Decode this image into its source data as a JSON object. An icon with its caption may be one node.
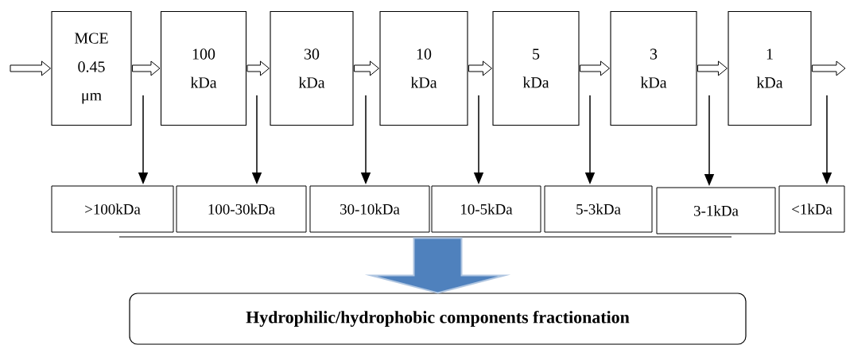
{
  "diagram": {
    "nodes": [
      {
        "text": [
          "MCE 0.45 μm"
        ]
      },
      {
        "text": [
          "100 kDa"
        ]
      },
      {
        "text": [
          "30 kDa"
        ]
      },
      {
        "text": [
          "10 kDa"
        ]
      },
      {
        "text": [
          "5 kDa"
        ]
      },
      {
        "text": [
          "3 kDa"
        ]
      },
      {
        "text": [
          "1 kDa"
        ]
      },
      {
        "text": [
          ">100kDa"
        ]
      },
      {
        "text": [
          "100-30kDa"
        ]
      },
      {
        "text": [
          "30-10kDa"
        ]
      },
      {
        "text": [
          "10-5kDa"
        ]
      },
      {
        "text": [
          "5-3kDa"
        ]
      },
      {
        "text": [
          "3-1kDa"
        ]
      },
      {
        "text": [
          "<1kDa"
        ]
      },
      {
        "text": [
          "Hydrophilic/hydrophobic components fractionation"
        ]
      }
    ],
    "edges": [
      {
        "from": null,
        "to": 0,
        "arrow": "to"
      },
      {
        "from": 0,
        "to": 1,
        "arrow": "to"
      },
      {
        "from": 1,
        "to": 2,
        "arrow": "to"
      },
      {
        "from": 2,
        "to": 3,
        "arrow": "to"
      },
      {
        "from": 3,
        "to": 4,
        "arrow": "to"
      },
      {
        "from": 4,
        "to": 5,
        "arrow": "to"
      },
      {
        "from": 5,
        "to": 6,
        "arrow": "to"
      },
      {
        "from": 6,
        "to": null,
        "arrow": "to"
      },
      {
        "from": null,
        "to": 7,
        "arrow": "to"
      },
      {
        "from": null,
        "to": 8,
        "arrow": "to"
      },
      {
        "from": null,
        "to": 9,
        "arrow": "to"
      },
      {
        "from": null,
        "to": 10,
        "arrow": "to"
      },
      {
        "from": null,
        "to": 11,
        "arrow": "to"
      },
      {
        "from": null,
        "to": 12,
        "arrow": "to"
      },
      {
        "from": null,
        "to": 13,
        "arrow": "to"
      },
      {
        "from": null,
        "to": 14,
        "arrow": "to",
        "color": "#4f81bd"
      }
    ]
  }
}
